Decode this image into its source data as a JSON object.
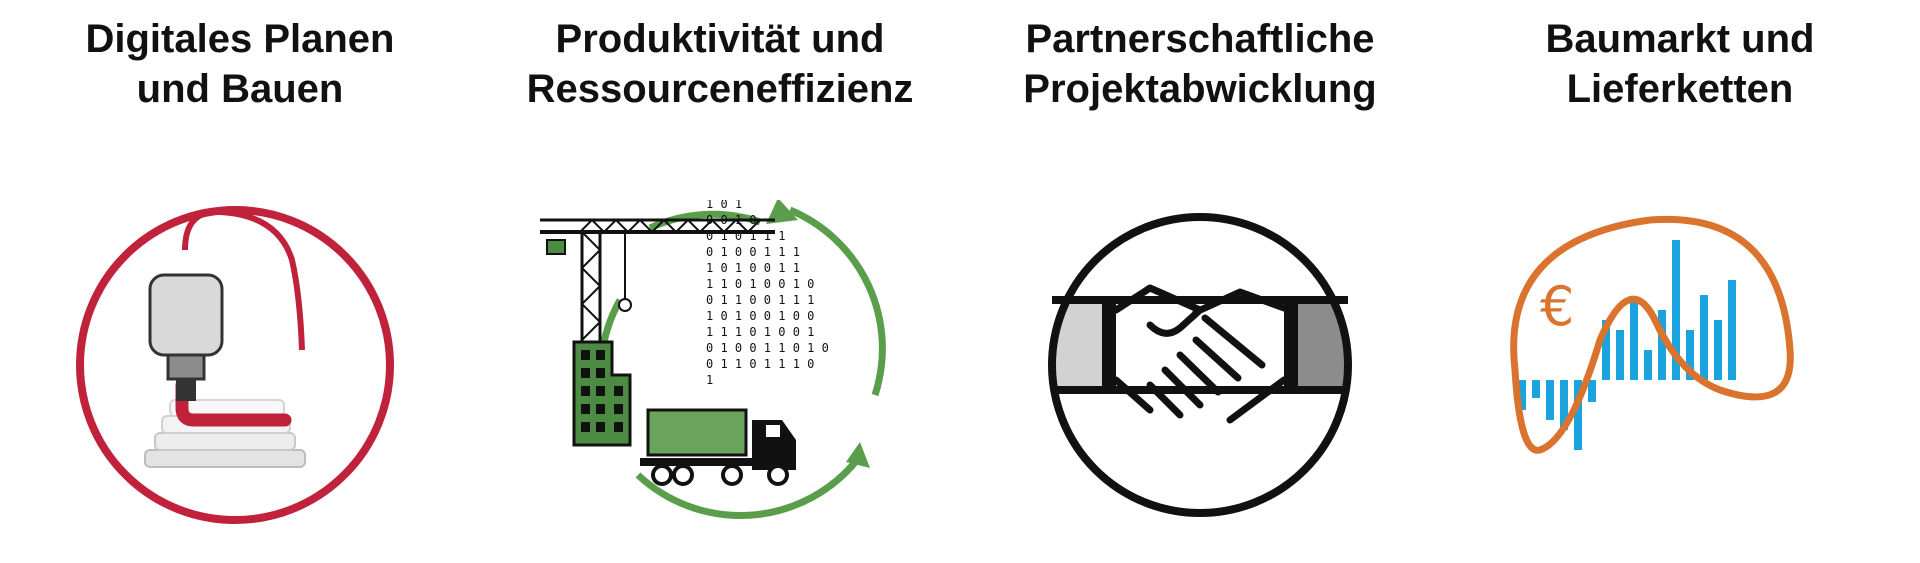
{
  "topics": [
    {
      "title_line1": "Digitales Planen",
      "title_line2": "und Bauen",
      "icon": "3d-printer-nozzle-icon",
      "accent": "#c0223c"
    },
    {
      "title_line1": "Produktivität und",
      "title_line2": "Ressourceneffizienz",
      "icon": "crane-building-truck-cycle-icon",
      "accent": "#5a9e4b"
    },
    {
      "title_line1": "Partnerschaftliche",
      "title_line2": "Projektabwicklung",
      "icon": "handshake-icon",
      "accent": "#111111"
    },
    {
      "title_line1": "Baumarkt und",
      "title_line2": "Lieferketten",
      "icon": "market-chart-euro-icon",
      "accent": "#d9732e"
    }
  ],
  "binary_digits": [
    "1 0 1",
    "0 0 1 0",
    "0 1 0 1 1 1",
    "0 1 0 0 1 1 1",
    "1 0 1 0 0 1 1",
    "1 1 0 1 0 0 1 0",
    "0 1 1 0 0 1 1 1",
    "1 0 1 0 0 1 0 0",
    "1 1 1 0 1 0 0 1",
    "0 1 0 0 1 1 0 1 0",
    "0 1 1 0 1 1 1 0",
    "1"
  ],
  "currency_symbol": "€",
  "colors": {
    "bar_blue": "#1aa3dc",
    "gray_light": "#d2d2d2",
    "gray_dark": "#8c8c8c",
    "building_green": "#4d8b44",
    "truck_green": "#6aa35c"
  }
}
